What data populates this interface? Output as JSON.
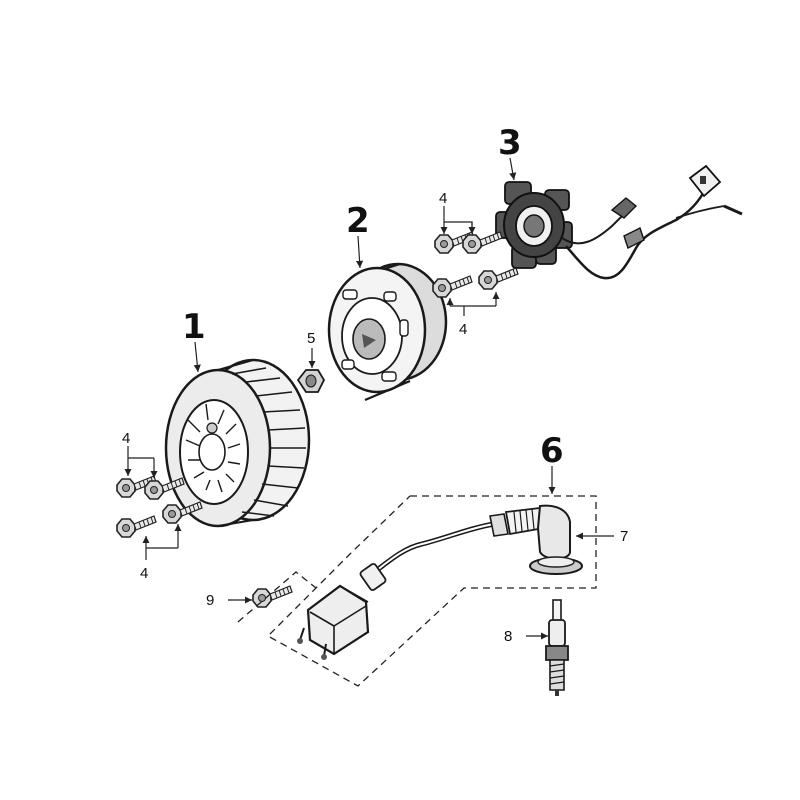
{
  "callouts": {
    "n1": "1",
    "n2": "2",
    "n3": "3",
    "n4a": "4",
    "n4b": "4",
    "n4c": "4",
    "n4d": "4",
    "n5": "5",
    "n6": "6",
    "n7": "7",
    "n8": "8",
    "n9": "9"
  },
  "colors": {
    "ink": "#1a1a1a",
    "part_fill": "#e6e6e6",
    "part_dark": "#3a3a3a"
  }
}
